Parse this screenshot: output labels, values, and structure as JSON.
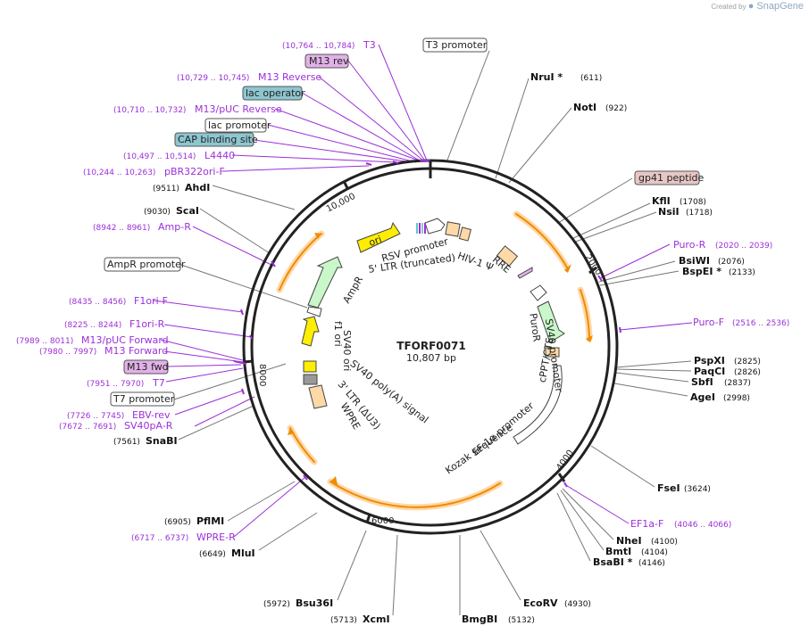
{
  "brand": {
    "created_by": "Created by",
    "name": "SnapGene"
  },
  "plasmid": {
    "name": "TFORF0071",
    "length": "10,807 bp",
    "length_bp": 10807
  },
  "colors": {
    "backbone": "#222222",
    "primer": "#9b30d8",
    "enzyme_line": "#777777",
    "orange": "#f08c00",
    "orange_fill": "#ffd8a8",
    "yellow": "#ffee00",
    "green_fill": "#c9f7c9",
    "green_line": "#5cd12a",
    "blue_feature": "#8ec6d0",
    "pink_feature": "#e8c6c6",
    "purple_feature": "#e1b1e8"
  },
  "tick_labels": [
    "10,000",
    "2000",
    "4000",
    "6000",
    "8000"
  ],
  "sites": {
    "nrui": {
      "name": "NruI *",
      "pos": "(611)"
    },
    "noti": {
      "name": "NotI",
      "pos": "(922)"
    },
    "kfli": {
      "name": "KflI",
      "pos": "(1708)"
    },
    "nsii": {
      "name": "NsiI",
      "pos": "(1718)"
    },
    "bsiwi": {
      "name": "BsiWI",
      "pos": "(2076)"
    },
    "bspei": {
      "name": "BspEI *",
      "pos": "(2133)"
    },
    "pspxi": {
      "name": "PspXI",
      "pos": "(2825)"
    },
    "paqci": {
      "name": "PaqCI",
      "pos": "(2826)"
    },
    "sbfi": {
      "name": "SbfI",
      "pos": "(2837)"
    },
    "agei": {
      "name": "AgeI",
      "pos": "(2998)"
    },
    "fsei": {
      "name": "FseI",
      "pos": "(3624)"
    },
    "nhei": {
      "name": "NheI",
      "pos": "(4100)"
    },
    "bmti": {
      "name": "BmtI",
      "pos": "(4104)"
    },
    "bsabi": {
      "name": "BsaBI *",
      "pos": "(4146)"
    },
    "ecorv": {
      "name": "EcoRV",
      "pos": "(4930)"
    },
    "bmgbi": {
      "name": "BmgBI",
      "pos": "(5132)"
    },
    "xcmi": {
      "name": "XcmI",
      "pos": "(5713)"
    },
    "bsu36i": {
      "name": "Bsu36I",
      "pos": "(5972)"
    },
    "mlui": {
      "name": "MluI",
      "pos": "(6649)"
    },
    "pflmi": {
      "name": "PflMI",
      "pos": "(6905)"
    },
    "snabi": {
      "name": "SnaBI",
      "pos": "(7561)"
    },
    "ahdi": {
      "name": "AhdI",
      "pos": "(9511)"
    },
    "scai": {
      "name": "ScaI",
      "pos": "(9030)"
    }
  },
  "primers": {
    "t3": {
      "name": "T3",
      "pos": "(10,764 .. 10,784)"
    },
    "m13rev_long": {
      "name": "M13 Reverse",
      "pos": "(10,729 .. 10,745)"
    },
    "m13puc_rev": {
      "name": "M13/pUC Reverse",
      "pos": "(10,710 .. 10,732)"
    },
    "l4440": {
      "name": "L4440",
      "pos": "(10,497 .. 10,514)"
    },
    "pbr322": {
      "name": "pBR322ori-F",
      "pos": "(10,244 .. 10,263)"
    },
    "ampr_p": {
      "name": "Amp-R",
      "pos": "(8942 .. 8961)"
    },
    "f1ori_f": {
      "name": "F1ori-F",
      "pos": "(8435 .. 8456)"
    },
    "f1ori_r": {
      "name": "F1ori-R",
      "pos": "(8225 .. 8244)"
    },
    "m13puc_fwd": {
      "name": "M13/pUC Forward",
      "pos": "(7989 .. 8011)"
    },
    "m13_fwd_long": {
      "name": "M13 Forward",
      "pos": "(7980 .. 7997)"
    },
    "t7": {
      "name": "T7",
      "pos": "(7951 .. 7970)"
    },
    "ebv_rev": {
      "name": "EBV-rev",
      "pos": "(7726 .. 7745)"
    },
    "sv40pa_r": {
      "name": "SV40pA-R",
      "pos": "(7672 .. 7691)"
    },
    "wpre_r": {
      "name": "WPRE-R",
      "pos": "(6717 .. 6737)"
    },
    "puro_r": {
      "name": "Puro-R",
      "pos": "(2020 .. 2039)"
    },
    "puro_f": {
      "name": "Puro-F",
      "pos": "(2516 .. 2536)"
    },
    "ef1a_f": {
      "name": "EF1a-F",
      "pos": "(4046 .. 4066)"
    }
  },
  "boxed": {
    "t3_promoter": "T3 promoter",
    "m13_rev": "M13 rev",
    "lac_operator": "lac operator",
    "lac_promoter": "lac promoter",
    "cap_site": "CAP binding site",
    "gp41": "gp41 peptide",
    "ampr_promoter": "AmpR promoter",
    "m13_fwd": "M13 fwd",
    "t7_promoter": "T7 promoter"
  },
  "features": {
    "ori": "ori",
    "rsv": "RSV promoter",
    "ltr5": "5' LTR (truncated)",
    "hiv": "HIV-1 Ψ",
    "rre": "RRE",
    "ampr": "AmpR",
    "f1": "f1 ori",
    "sv40ori": "SV40 ori",
    "sv40pa": "SV40 poly(A) signal",
    "ltr3": "3' LTR (ΔU3)",
    "wpre": "WPRE",
    "puror": "PuroR",
    "sv40p": "SV40 promoter",
    "cppt": "cPPT/CTS",
    "ef1a": "EF-1α promoter",
    "kozak": "Kozak sequence"
  }
}
